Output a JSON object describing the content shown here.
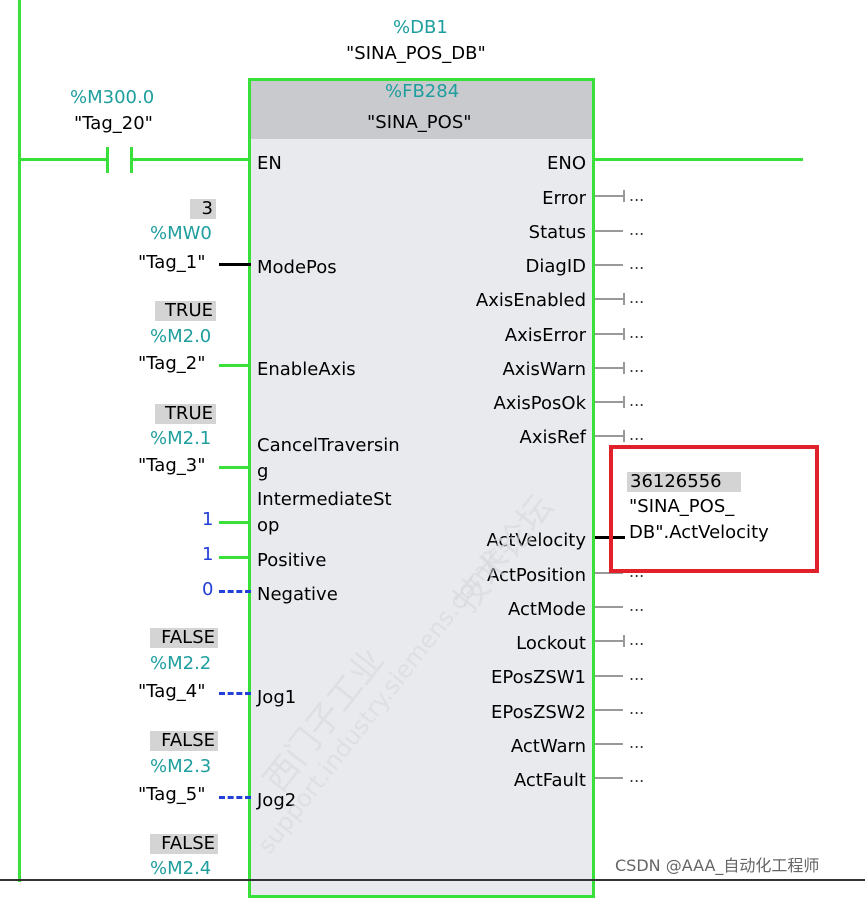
{
  "instance": {
    "db_address": "%DB1",
    "db_name": "\"SINA_POS_DB\""
  },
  "block": {
    "fb_address": "%FB284",
    "fb_name": "\"SINA_POS\""
  },
  "contact": {
    "address": "%M300.0",
    "tag": "\"Tag_20\""
  },
  "inputs": {
    "en": "EN",
    "modepos": {
      "value": "3",
      "address": "%MW0",
      "tag": "\"Tag_1\"",
      "pin": "ModePos"
    },
    "enableaxis": {
      "value": "TRUE",
      "address": "%M2.0",
      "tag": "\"Tag_2\"",
      "pin": "EnableAxis"
    },
    "canceltraversing": {
      "value": "TRUE",
      "address": "%M2.1",
      "tag": "\"Tag_3\"",
      "pin_line1": "CancelTraversin",
      "pin_line2": "g"
    },
    "intermediatestop": {
      "value": "1",
      "pin_line1": "IntermediateSt",
      "pin_line2": "op"
    },
    "positive": {
      "value": "1",
      "pin": "Positive"
    },
    "negative": {
      "value": "0",
      "pin": "Negative"
    },
    "jog1": {
      "value": "FALSE",
      "address": "%M2.2",
      "tag": "\"Tag_4\"",
      "pin": "Jog1"
    },
    "jog2": {
      "value": "FALSE",
      "address": "%M2.3",
      "tag": "\"Tag_5\"",
      "pin": "Jog2"
    },
    "next": {
      "value": "FALSE",
      "address": "%M2.4"
    }
  },
  "outputs": {
    "eno": "ENO",
    "error": "Error",
    "status": "Status",
    "diagid": "DiagID",
    "axisenabled": "AxisEnabled",
    "axiserror": "AxisError",
    "axiswarn": "AxisWarn",
    "axisposok": "AxisPosOk",
    "axisref": "AxisRef",
    "actvelocity": "ActVelocity",
    "actposition": "ActPosition",
    "actmode": "ActMode",
    "lockout": "Lockout",
    "eposzsw1": "EPosZSW1",
    "eposzsw2": "EPosZSW2",
    "actwarn": "ActWarn",
    "actfault": "ActFault",
    "unconnected": "..."
  },
  "highlight": {
    "value": "36126556",
    "line1": "\"SINA_POS_",
    "line2": "DB\".ActVelocity"
  },
  "watermark": {
    "line1": "西门子工业",
    "line2": "support.industry.siemens.com/cs",
    "line3": "技术论坛"
  },
  "credit": "CSDN @AAA_自动化工程师",
  "colors": {
    "wire_green": "#39e039",
    "address_teal": "#1f9e9e",
    "highlight_red": "#e0202a",
    "negated_blue": "#2340d8"
  }
}
